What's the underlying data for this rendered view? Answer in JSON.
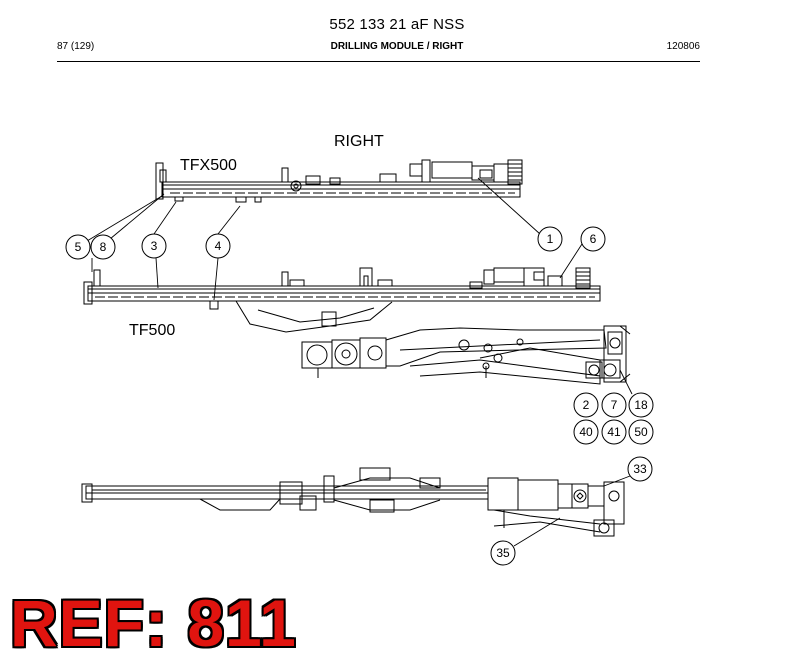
{
  "header": {
    "doc_number": "552 133 21 aF NSS",
    "page": "87 (129)",
    "section": "DRILLING MODULE / RIGHT",
    "date_code": "120806"
  },
  "labels": {
    "side": "RIGHT",
    "upper_feed": "TFX500",
    "lower_feed": "TF500"
  },
  "callouts": [
    "5",
    "8",
    "3",
    "4",
    "1",
    "6",
    "2",
    "7",
    "18",
    "40",
    "41",
    "50",
    "33",
    "35"
  ],
  "reference": "REF: 811",
  "colors": {
    "reference": "#e0140f",
    "line": "#000000"
  }
}
